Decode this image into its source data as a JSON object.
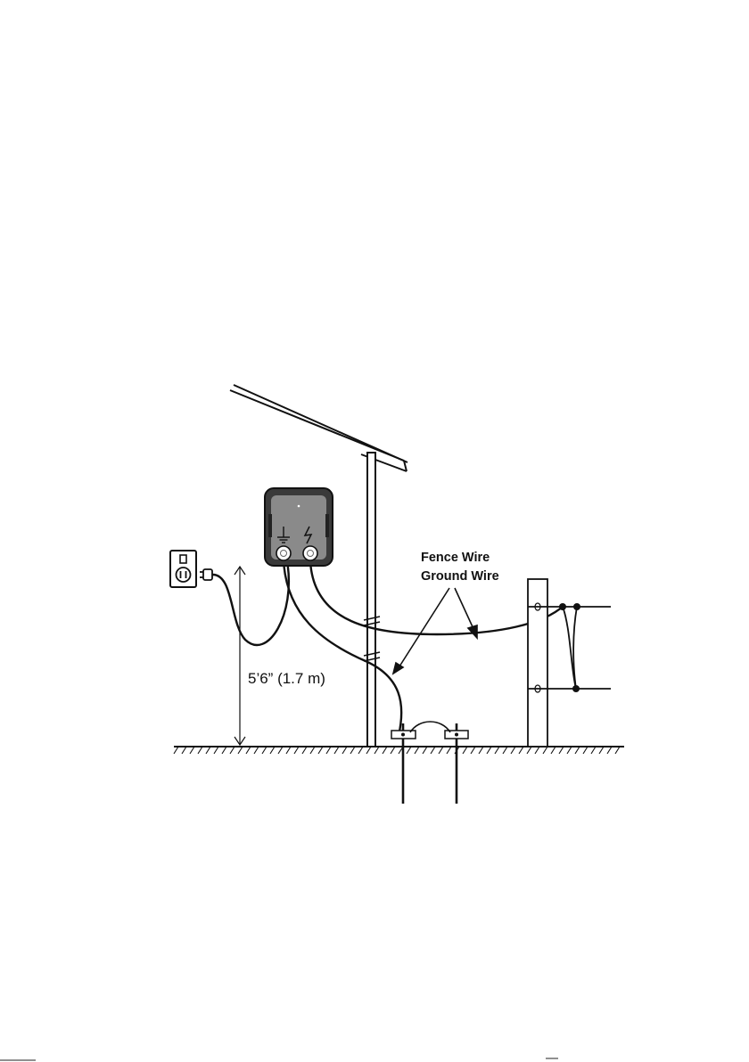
{
  "labels": {
    "fence_wire": "Fence Wire",
    "ground_wire": "Ground Wire",
    "height": "5’6” (1.7 m)"
  },
  "icons": [
    "ground-symbol-icon",
    "lightning-symbol-icon",
    "wall-outlet-icon",
    "plug-icon"
  ],
  "colors": {
    "energizer_body": "#3a3a3a",
    "energizer_panel": "#8a8a8a",
    "line": "#111111"
  }
}
